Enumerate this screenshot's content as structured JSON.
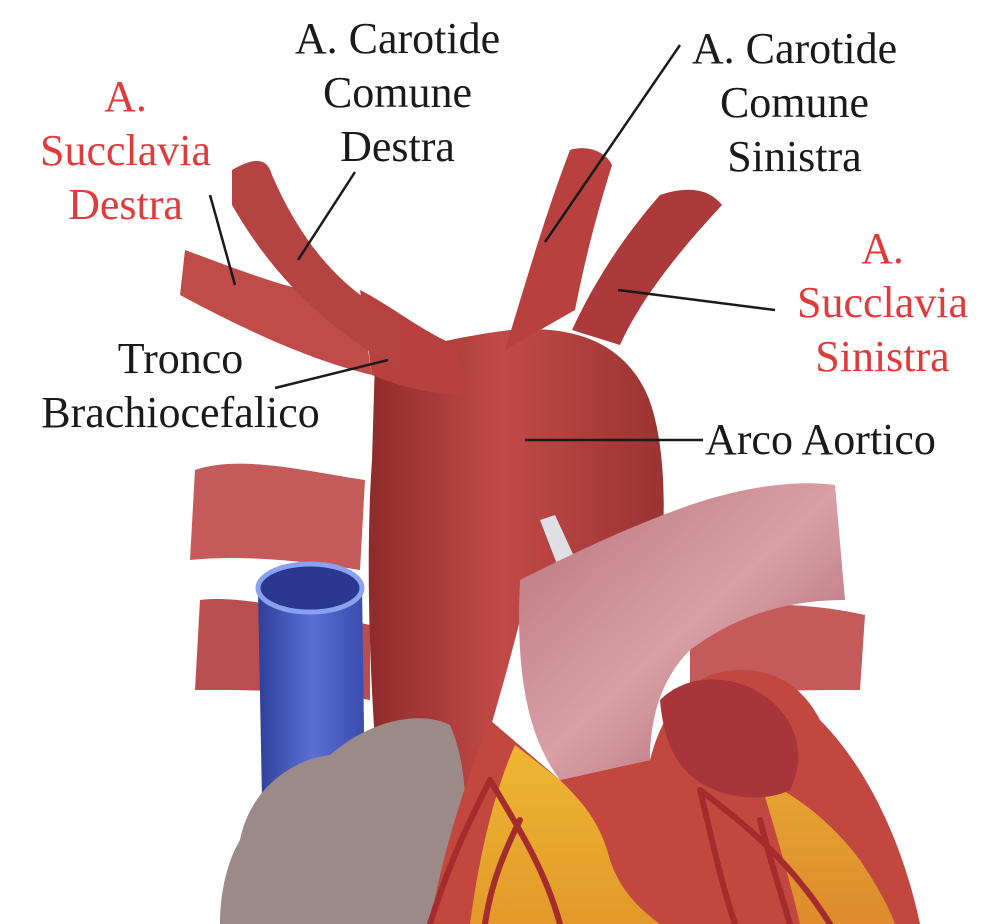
{
  "colors": {
    "label_black": "#1a1a1a",
    "label_red": "#e03a3a",
    "artery": "#b8413f",
    "vein": "#4a5fc4",
    "pulmonary": "#c98a92"
  },
  "labels": {
    "succlavia_destra": [
      "A.",
      "Succlavia",
      "Destra"
    ],
    "carotide_destra": [
      "A. Carotide",
      "Comune",
      "Destra"
    ],
    "carotide_sinistra": [
      "A. Carotide",
      "Comune",
      "Sinistra"
    ],
    "succlavia_sinistra": [
      "A.",
      "Succlavia",
      "Sinistra"
    ],
    "tronco": [
      "Tronco",
      "Brachiocefalico"
    ],
    "arco": "Arco Aortico"
  }
}
